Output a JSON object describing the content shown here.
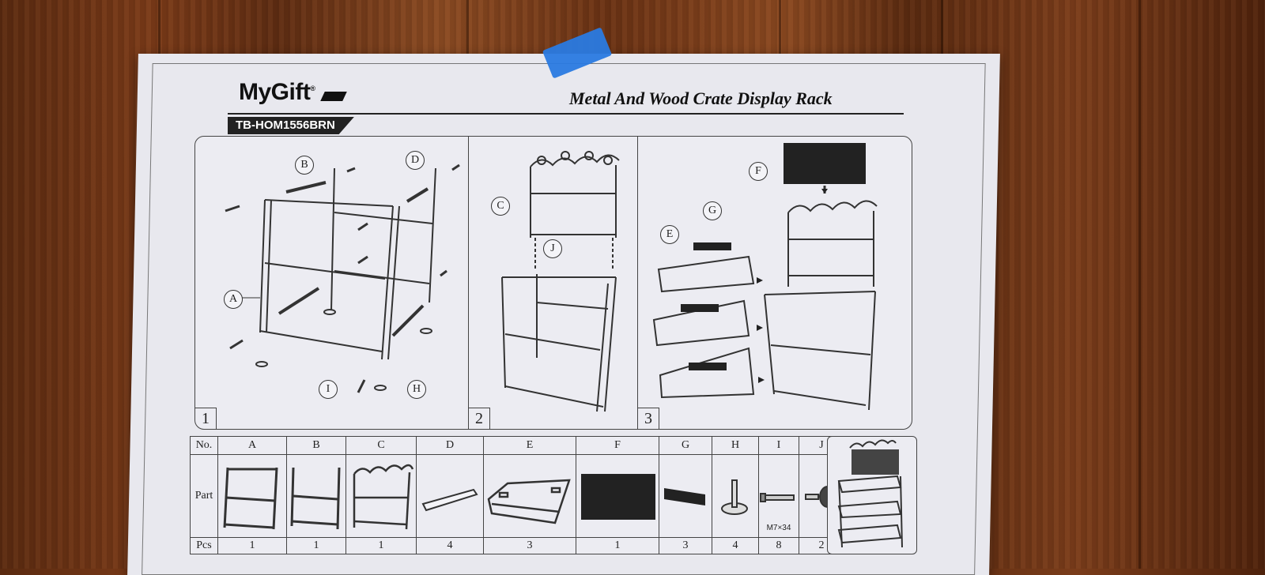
{
  "brand": {
    "name": "MyGift",
    "registered": "®"
  },
  "title": "Metal And Wood Crate Display Rack",
  "model": "TB-HOM1556BRN",
  "steps": {
    "s1": "1",
    "s2": "2",
    "s3": "3"
  },
  "callouts": {
    "A": "A",
    "B": "B",
    "C": "C",
    "D": "D",
    "E": "E",
    "F": "F",
    "G": "G",
    "H": "H",
    "I": "I",
    "J": "J"
  },
  "parts_table": {
    "col_no": "No.",
    "row_part": "Part",
    "row_pcs": "Pcs",
    "ids": [
      "A",
      "B",
      "C",
      "D",
      "E",
      "F",
      "G",
      "H",
      "I",
      "J"
    ],
    "pcs": [
      "1",
      "1",
      "1",
      "4",
      "3",
      "1",
      "3",
      "4",
      "8",
      "2"
    ],
    "screw_size": "M7×34"
  },
  "colors": {
    "tape": "#2a7ae0",
    "ink": "#222222",
    "paper": "#e8e8ee",
    "wood": "#6a3214"
  }
}
